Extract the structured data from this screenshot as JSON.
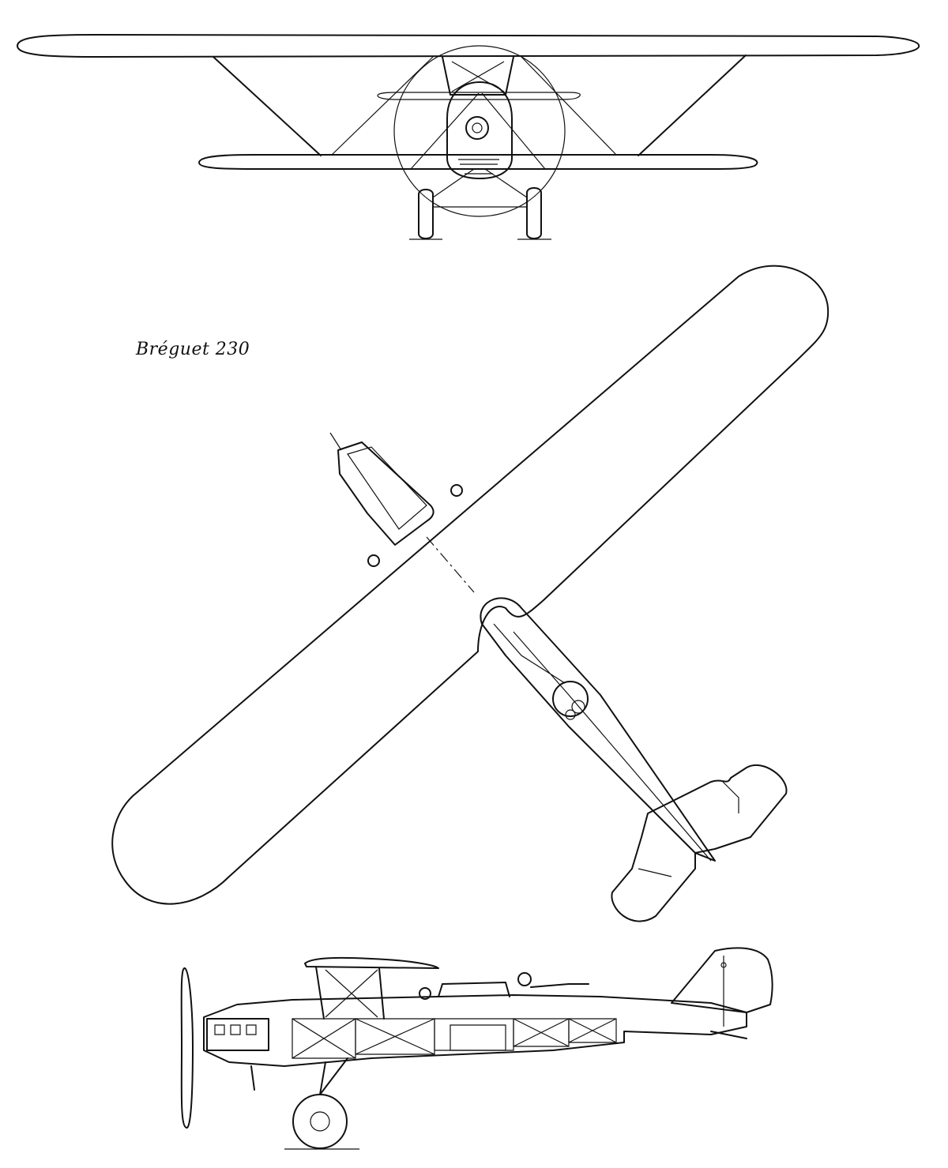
{
  "drawing": {
    "caption": "Bréguet 230",
    "views": [
      {
        "id": "front-view",
        "icon": "biplane-front-elevation-icon"
      },
      {
        "id": "top-view",
        "icon": "monoplane-wing-planform-icon"
      },
      {
        "id": "side-view",
        "icon": "biplane-side-elevation-icon"
      }
    ],
    "colors": {
      "ink": "#111111",
      "paper": "#ffffff"
    }
  }
}
